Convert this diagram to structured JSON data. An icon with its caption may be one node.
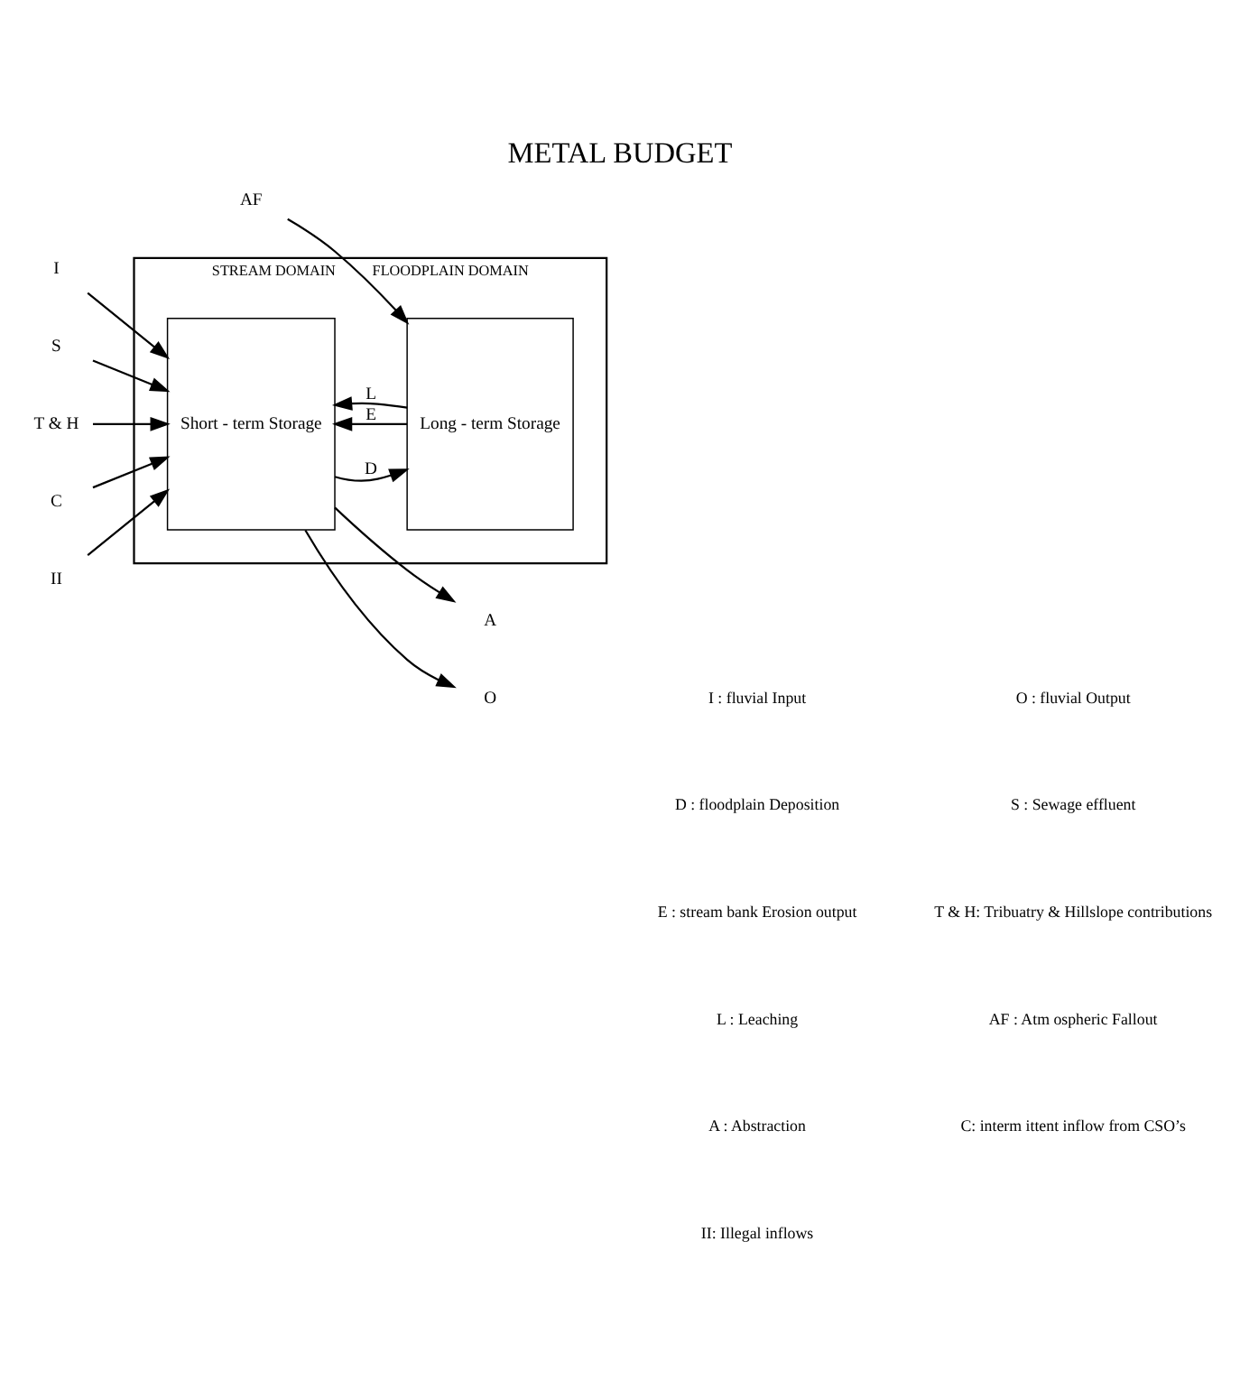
{
  "diagram": {
    "title": "METAL BUDGET",
    "nodes": [
      {
        "text": [
          "STREAM DOMAIN",
          "FLOODPLAIN DOMAIN"
        ]
      },
      {
        "text": [
          "Short - term Storage"
        ],
        "in": 0
      },
      {
        "text": [
          "Long - term Storage"
        ],
        "in": 0
      },
      {
        "text": [
          "I"
        ]
      },
      {
        "text": [
          "S"
        ]
      },
      {
        "text": [
          "A"
        ]
      },
      {
        "text": [
          "T & H"
        ]
      },
      {
        "text": [
          "C"
        ]
      },
      {
        "text": [
          "II"
        ]
      },
      {
        "text": [
          "AF"
        ]
      },
      {
        "text": [
          "O"
        ]
      }
    ],
    "edges": [
      {
        "from": 3,
        "to": 1,
        "arrow": "to"
      },
      {
        "from": 4,
        "to": 1,
        "arrow": "to"
      },
      {
        "from": 1,
        "to": 5,
        "arrow": "to"
      },
      {
        "from": 6,
        "to": 1,
        "arrow": "to"
      },
      {
        "from": 7,
        "to": 1,
        "arrow": "to"
      },
      {
        "from": 8,
        "to": 1,
        "arrow": "to"
      },
      {
        "from": 1,
        "to": 2,
        "arrow": "to",
        "label": "D"
      },
      {
        "from": 2,
        "to": 1,
        "arrow": "to",
        "label": "E"
      },
      {
        "from": 2,
        "to": 1,
        "arrow": "to",
        "label": "L"
      },
      {
        "from": 9,
        "to": 2,
        "arrow": "to"
      },
      {
        "from": 1,
        "to": 10,
        "arrow": "to"
      }
    ],
    "labels": [
      "I : fluvial Input",
      "O : fluvial Output",
      "D : floodplain Deposition",
      "S : Sewage effluent",
      "E : stream bank Erosion output",
      "T & H: Tribuatry & Hillslope contributions",
      "L : Leaching",
      "AF : Atm ospheric Fallout",
      "A : Abstraction",
      "C: interm ittent inflow from CSO’s",
      "II: Illegal inflows"
    ]
  }
}
